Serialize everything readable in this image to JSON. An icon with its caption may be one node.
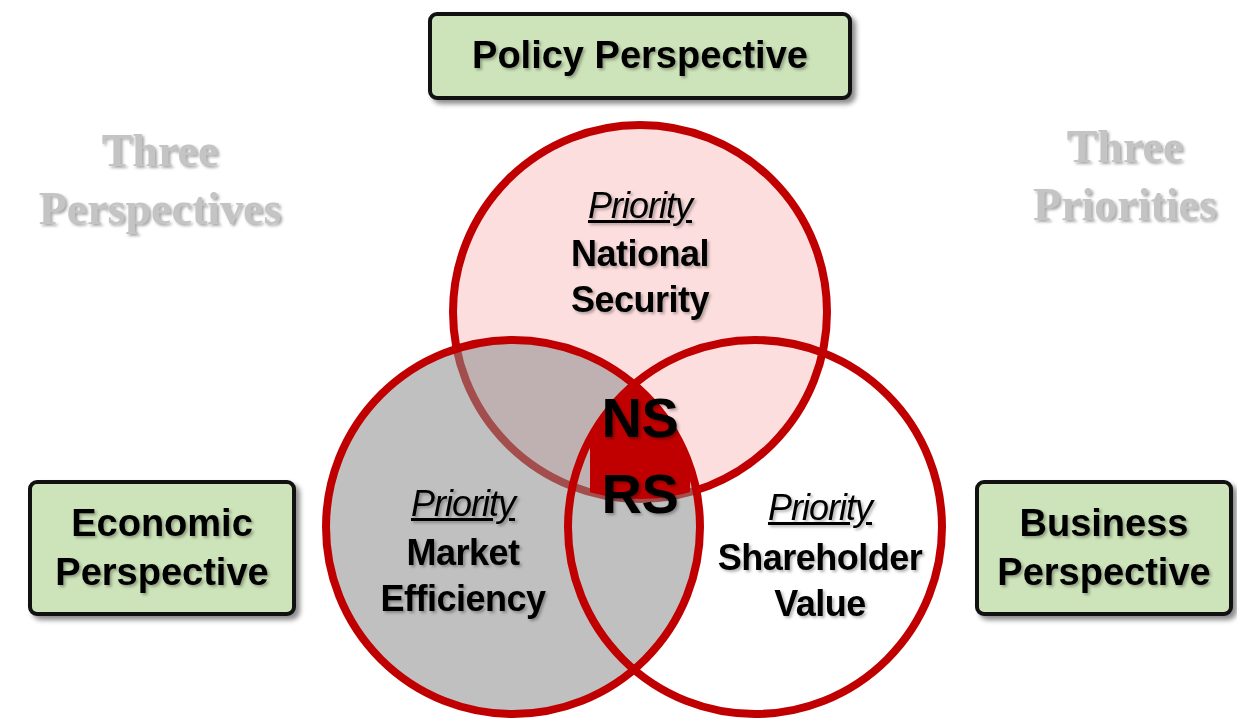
{
  "diagram": {
    "nodes": [
      {
        "text": [
          "Policy Perspective"
        ]
      },
      {
        "text": [
          "Economic Perspective"
        ]
      },
      {
        "text": [
          "Business Perspective"
        ]
      },
      {
        "text": [
          "Priority",
          "National Security"
        ]
      },
      {
        "text": [
          "Priority",
          "Market Efficiency"
        ]
      },
      {
        "text": [
          "Priority",
          "Shareholder Value"
        ]
      },
      {
        "text": [
          "NS RS"
        ]
      }
    ],
    "labels": [
      "Three Perspectives",
      "Three Priorities"
    ]
  }
}
